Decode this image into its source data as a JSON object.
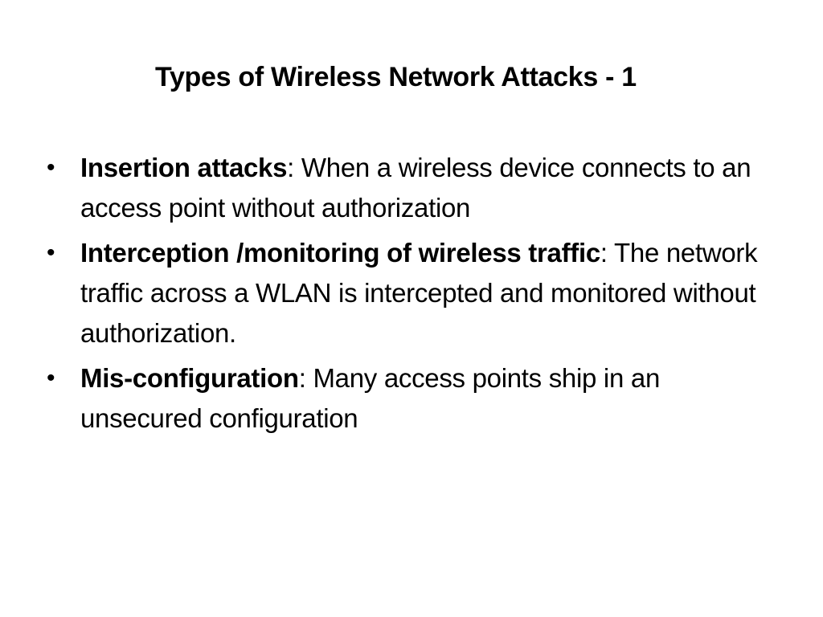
{
  "slide": {
    "title": "Types of Wireless Network Attacks - 1",
    "bullet_glyph": "•",
    "bullets": [
      {
        "term": "Insertion attacks",
        "separator": ":",
        "description": " When a wireless device connects to an access point without authorization"
      },
      {
        "term": "Interception /monitoring of wireless traffic",
        "separator": ":",
        "description": " The network traffic across a WLAN is intercepted and monitored without authorization."
      },
      {
        "term": "Mis-configuration",
        "separator": ":",
        "description": " Many access points ship in an unsecured configuration"
      }
    ]
  }
}
